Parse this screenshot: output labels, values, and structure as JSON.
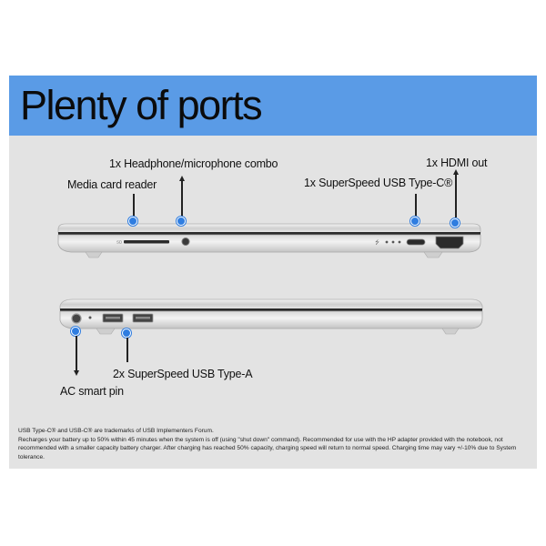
{
  "title": "Plenty of ports",
  "labels": {
    "headphone": "1x Headphone/microphone combo",
    "media_card": "Media card reader",
    "usb_c": "1x SuperSpeed USB Type-C®",
    "hdmi": "1x HDMI out",
    "usb_a": "2x SuperSpeed USB Type-A",
    "ac_pin": "AC smart pin"
  },
  "port_markings": {
    "sd": "SD"
  },
  "footnotes": [
    "USB Type-C® and USB-C® are trademarks of USB Implementers Forum.",
    "Recharges your battery up to 50% within 45 minutes when the system is off (using \"shut down\" command). Recommended for use with the HP adapter provided with the notebook, not recommended with a smaller capacity battery charger. After charging has reached 50% capacity, charging speed will return to normal speed. Charging time may vary +/-10% due to System tolerance."
  ],
  "colors": {
    "banner": "#5a9be6",
    "panel": "#e3e3e3",
    "marker": "#2f7de0"
  }
}
